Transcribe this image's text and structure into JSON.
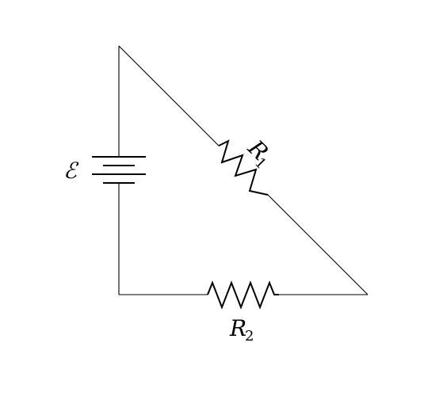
{
  "diagram": {
    "type": "circuit",
    "components": [
      {
        "id": "battery",
        "kind": "battery",
        "label": "ℰ"
      },
      {
        "id": "r1",
        "kind": "resistor",
        "label_main": "R",
        "label_sub": "1"
      },
      {
        "id": "r2",
        "kind": "resistor",
        "label_main": "R",
        "label_sub": "2"
      }
    ]
  }
}
